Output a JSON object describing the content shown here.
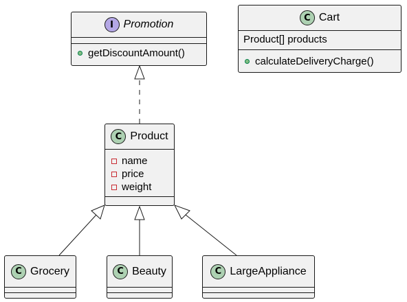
{
  "interface_promotion": {
    "stereotype_letter": "I",
    "name": "Promotion",
    "methods": [
      {
        "visibility": "public",
        "text": "getDiscountAmount()"
      }
    ]
  },
  "class_cart": {
    "stereotype_letter": "C",
    "name": "Cart",
    "fields": [
      {
        "text": "Product[] products"
      }
    ],
    "methods": [
      {
        "visibility": "public",
        "text": "calculateDeliveryCharge()"
      }
    ]
  },
  "class_product": {
    "stereotype_letter": "C",
    "name": "Product",
    "fields": [
      {
        "visibility": "private",
        "text": "name"
      },
      {
        "visibility": "private",
        "text": "price"
      },
      {
        "visibility": "private",
        "text": "weight"
      }
    ]
  },
  "class_grocery": {
    "stereotype_letter": "C",
    "name": "Grocery"
  },
  "class_beauty": {
    "stereotype_letter": "C",
    "name": "Beauty"
  },
  "class_largeappliance": {
    "stereotype_letter": "C",
    "name": "LargeAppliance"
  },
  "relations": [
    {
      "type": "realization",
      "from": "Product",
      "to": "Promotion"
    },
    {
      "type": "inheritance",
      "from": "Grocery",
      "to": "Product"
    },
    {
      "type": "inheritance",
      "from": "Beauty",
      "to": "Product"
    },
    {
      "type": "inheritance",
      "from": "LargeAppliance",
      "to": "Product"
    }
  ],
  "colors": {
    "class_badge": "#add1b2",
    "interface_badge": "#b4a7e5",
    "box_fill": "#f1f1f1",
    "line": "#181818"
  }
}
